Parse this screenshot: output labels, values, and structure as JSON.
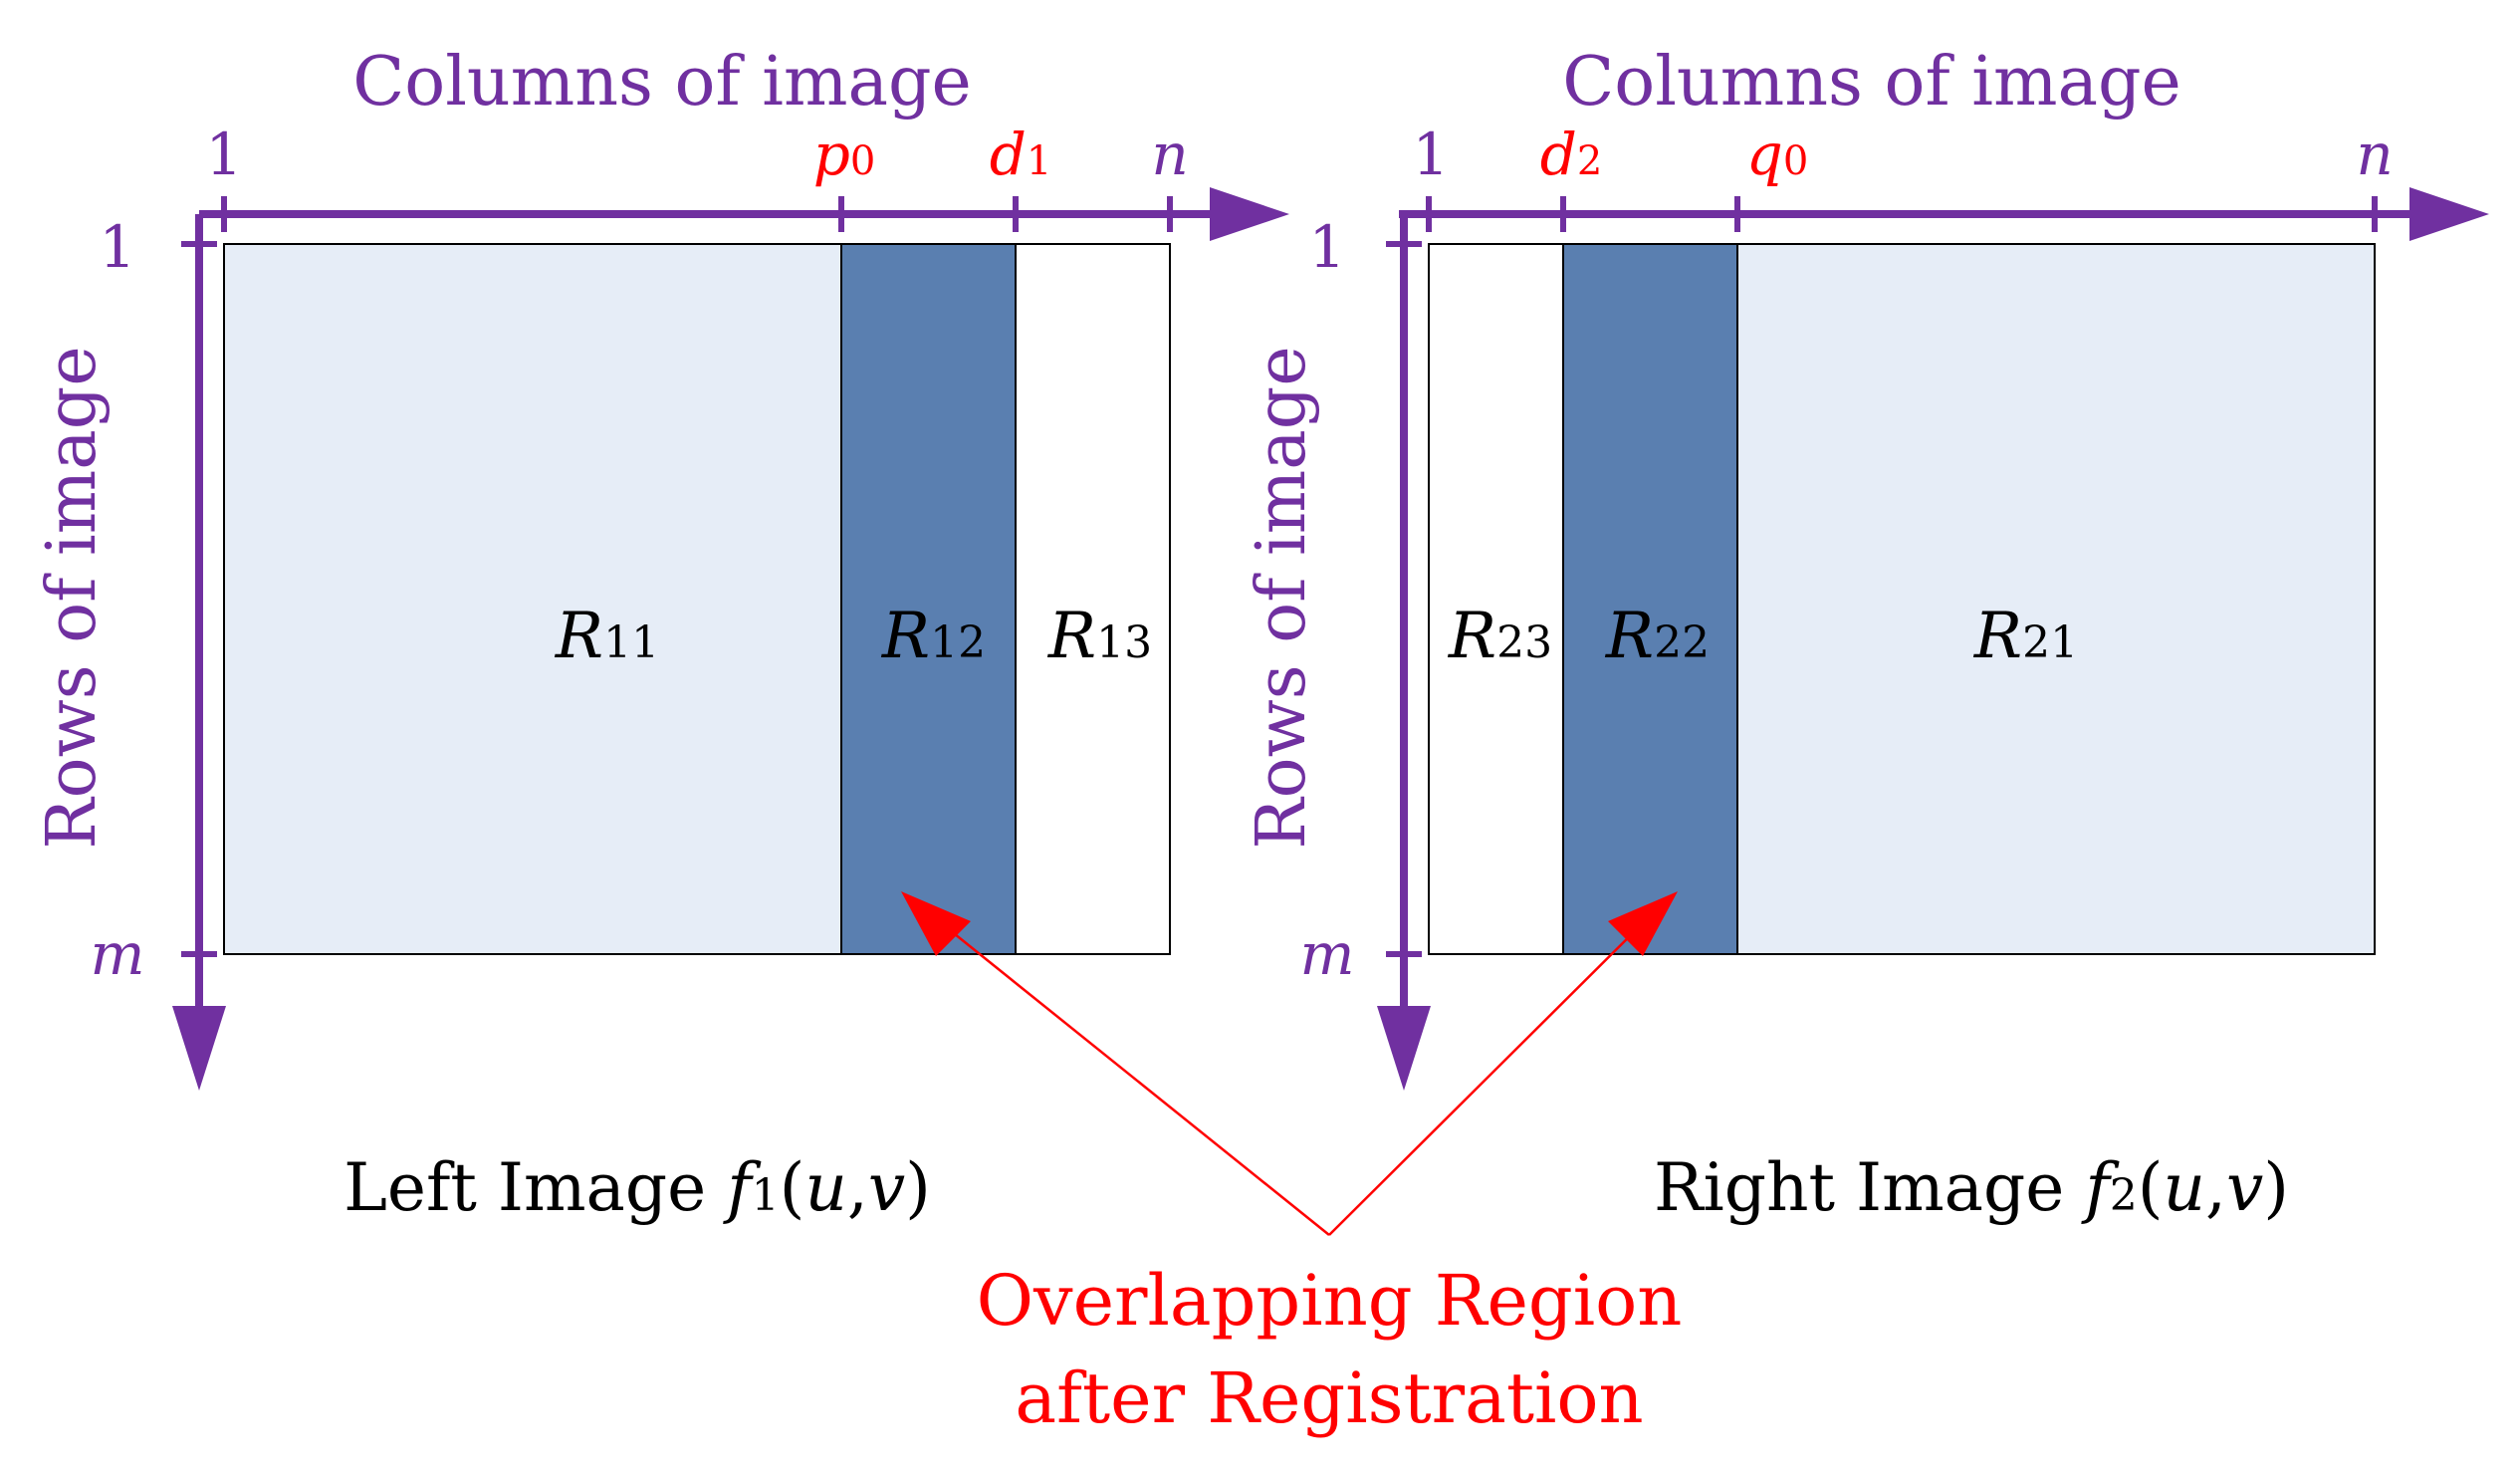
{
  "colors": {
    "axis": "#7030a0",
    "highlight": "#ff0000",
    "region_light": "#e6edf7",
    "region_overlap": "#5a7fb0",
    "region_white": "#ffffff",
    "text": "#000000"
  },
  "left": {
    "columns_title": "Columns of image",
    "rows_title": "Rows of image",
    "tick_col_1": "1",
    "tick_p_var": "p",
    "tick_p_sub": "0",
    "tick_d_var": "d",
    "tick_d_sub": "1",
    "tick_n": "n",
    "tick_row_1": "1",
    "tick_m": "m",
    "region_a_var": "R",
    "region_a_sub": "11",
    "region_b_var": "R",
    "region_b_sub": "12",
    "region_c_var": "R",
    "region_c_sub": "13",
    "caption_text": "Left Image ",
    "caption_fn": "f",
    "caption_sub": "1",
    "caption_open": "(",
    "caption_u": "u",
    "caption_comma": ",",
    "caption_v": "v",
    "caption_close": ")"
  },
  "right": {
    "columns_title": "Columns of image",
    "rows_title": "Rows of image",
    "tick_col_1": "1",
    "tick_d_var": "d",
    "tick_d_sub": "2",
    "tick_q_var": "q",
    "tick_q_sub": "0",
    "tick_n": "n",
    "tick_row_1": "1",
    "tick_m": "m",
    "region_a_var": "R",
    "region_a_sub": "23",
    "region_b_var": "R",
    "region_b_sub": "22",
    "region_c_var": "R",
    "region_c_sub": "21",
    "caption_text": "Right Image ",
    "caption_fn": "f",
    "caption_sub": "2",
    "caption_open": "(",
    "caption_u": "u",
    "caption_comma": ",",
    "caption_v": "v",
    "caption_close": ")"
  },
  "overlap_label": {
    "line1": "Overlapping Region",
    "line2": "after Registration"
  }
}
